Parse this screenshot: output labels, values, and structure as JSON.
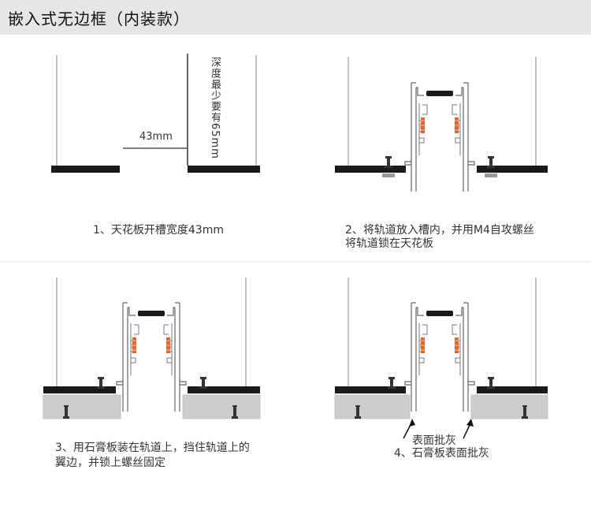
{
  "header": {
    "title": "嵌入式无边框（内装款）"
  },
  "step1": {
    "caption": "1、天花板开槽宽度43mm",
    "width_label": "43mm",
    "depth_label": "深度最少要有65mm"
  },
  "step2": {
    "caption_line1": "2、将轨道放入槽内，并用M4自攻螺丝",
    "caption_line2": "将轨道锁在天花板"
  },
  "step3": {
    "caption_line1": "3、用石膏板装在轨道上，挡住轨道上的",
    "caption_line2": "翼边，并锁上螺丝固定"
  },
  "step4": {
    "caption": "4、石膏板表面批灰",
    "callout": "表面批灰"
  },
  "colors": {
    "board": "#1a1a1a",
    "gypsum": "#cccccc",
    "accent": "#e8632a",
    "line": "#555555"
  }
}
